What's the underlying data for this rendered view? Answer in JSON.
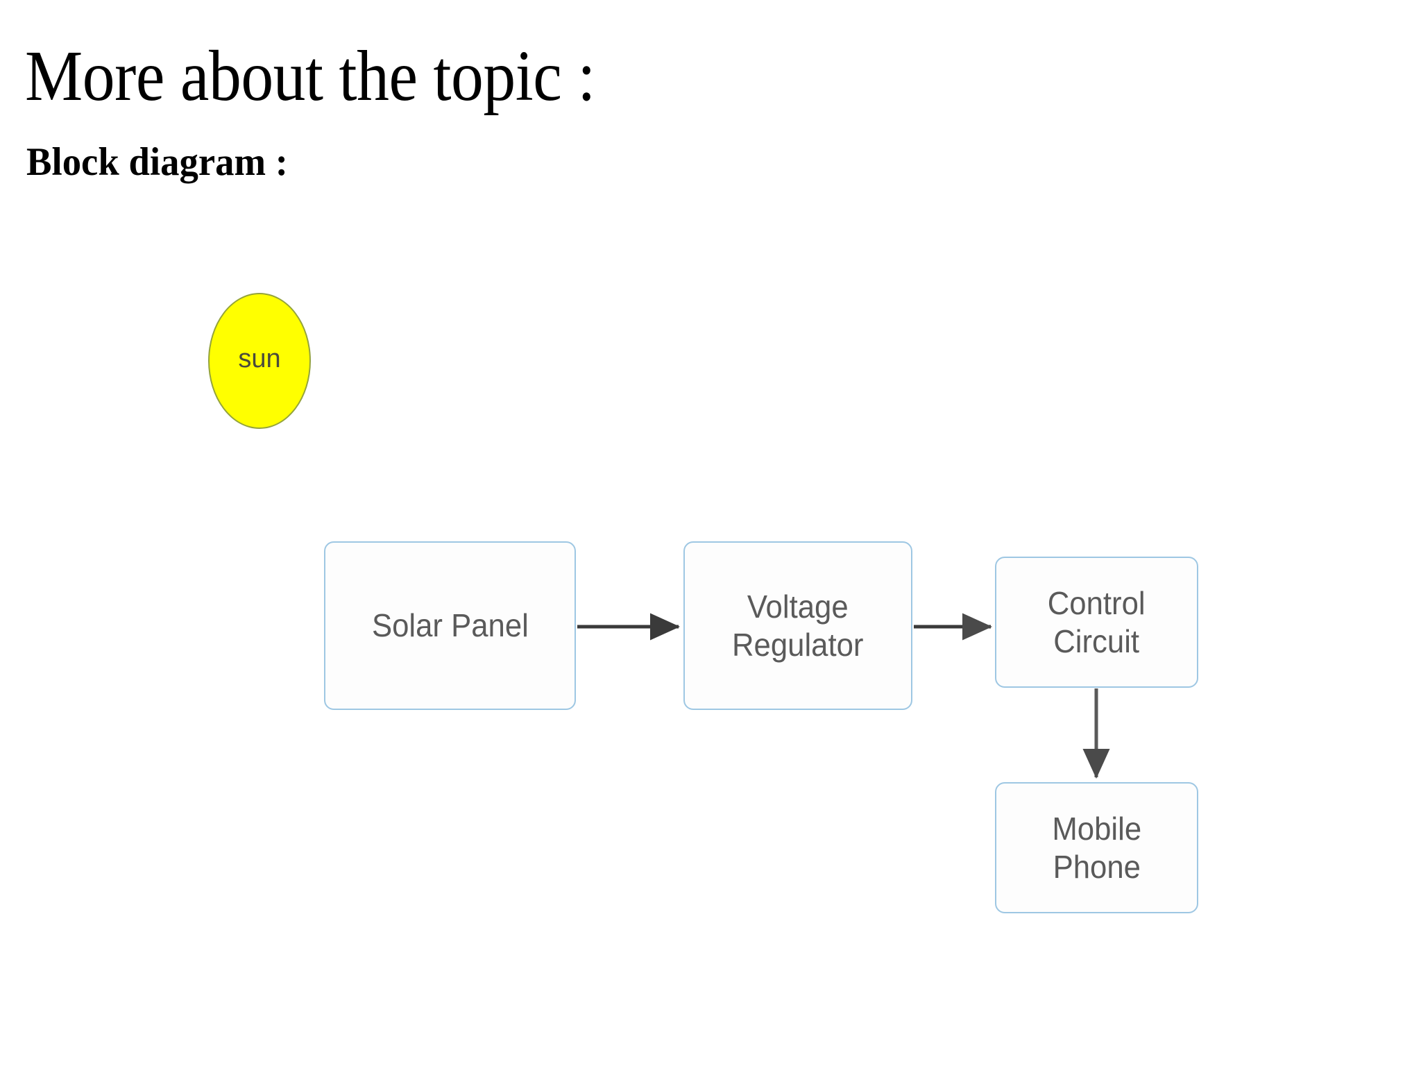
{
  "slide": {
    "title": "More about the topic :",
    "subtitle": "Block diagram :",
    "background_color": "#ffffff",
    "title_color": "#000000"
  },
  "diagram": {
    "type": "block-diagram",
    "nodes": [
      {
        "id": "sun",
        "label": "sun",
        "shape": "ellipse",
        "fill_color": "#FFFF00",
        "border_color": "#94a33b",
        "text_color": "#4a4a3c"
      },
      {
        "id": "solar-panel",
        "label": "Solar Panel",
        "shape": "rounded-rect",
        "fill_color": "#fdfdfd",
        "border_color": "#9ec7e3",
        "text_color": "#5a5a5a"
      },
      {
        "id": "voltage-regulator",
        "label": "Voltage\nRegulator",
        "shape": "rounded-rect",
        "fill_color": "#fdfdfd",
        "border_color": "#9ec7e3",
        "text_color": "#5a5a5a"
      },
      {
        "id": "control-circuit",
        "label": "Control\nCircuit",
        "shape": "rounded-rect",
        "fill_color": "#fdfdfd",
        "border_color": "#9ec7e3",
        "text_color": "#5a5a5a"
      },
      {
        "id": "mobile-phone",
        "label": "Mobile\nPhone",
        "shape": "rounded-rect",
        "fill_color": "#fdfdfd",
        "border_color": "#9ec7e3",
        "text_color": "#5a5a5a"
      }
    ],
    "edges": [
      {
        "id": "solar-to-regulator",
        "from": "solar-panel",
        "to": "voltage-regulator",
        "direction": "right",
        "color": "#404040"
      },
      {
        "id": "regulator-to-control",
        "from": "voltage-regulator",
        "to": "control-circuit",
        "direction": "right",
        "color": "#404040"
      },
      {
        "id": "control-to-phone",
        "from": "control-circuit",
        "to": "mobile-phone",
        "direction": "down",
        "color": "#555555"
      }
    ]
  }
}
